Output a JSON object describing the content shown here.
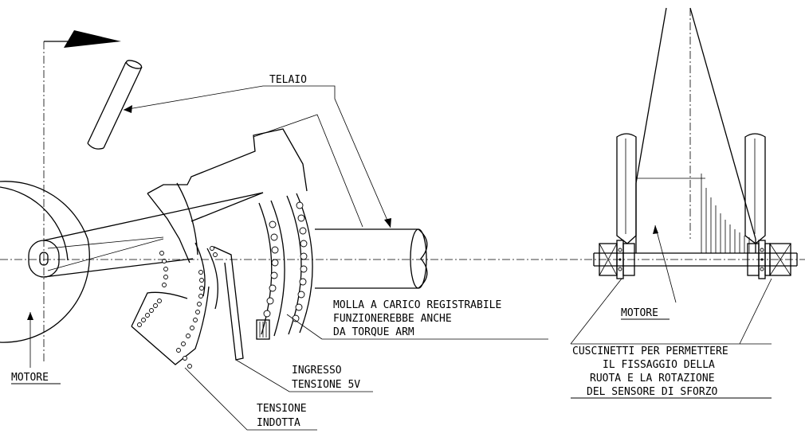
{
  "labels": {
    "telaio": "TELAIO",
    "molla_line1": "MOLLA A CARICO REGISTRABILE",
    "molla_line2": "FUNZIONEREBBE ANCHE",
    "molla_line3": "DA TORQUE ARM",
    "ingresso_line1": "INGRESSO",
    "ingresso_line2": "TENSIONE 5V",
    "tensione_line1": "TENSIONE",
    "tensione_line2": "INDOTTA",
    "motore_left": "MOTORE",
    "motore_right": "MOTORE",
    "cuscinetti_line1": "CUSCINETTI PER PERMETTERE",
    "cuscinetti_line2": "IL FISSAGGIO DELLA",
    "cuscinetti_line3": "RUOTA E LA ROTAZIONE",
    "cuscinetti_line4": "DEL SENSORE DI SFORZO"
  },
  "colors": {
    "ink": "#000000",
    "paper": "#ffffff"
  }
}
